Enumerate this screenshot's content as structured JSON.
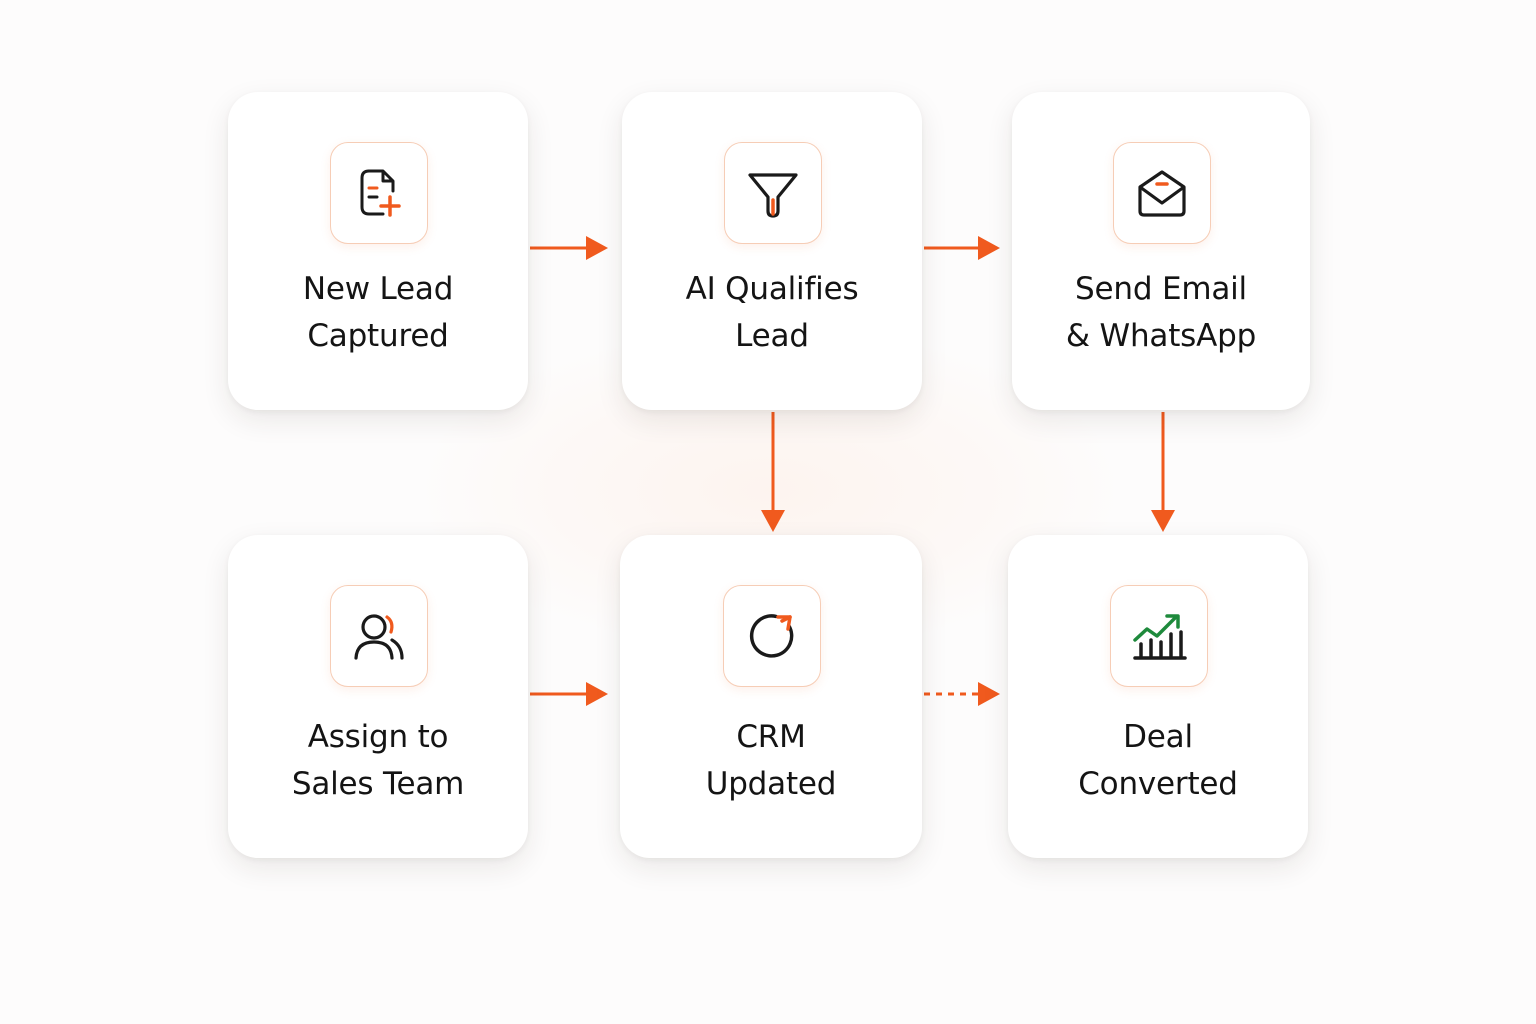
{
  "accent_color": "#f05a1e",
  "growth_color": "#1e8a3c",
  "nodes": [
    {
      "id": "new-lead",
      "icon": "document-plus-icon",
      "lines": [
        "New Lead",
        "Captured"
      ]
    },
    {
      "id": "ai-qualifies",
      "icon": "funnel-icon",
      "lines": [
        "AI Qualifies",
        "Lead"
      ]
    },
    {
      "id": "send-email",
      "icon": "envelope-icon",
      "lines": [
        "Send Email",
        "& WhatsApp"
      ]
    },
    {
      "id": "assign-sales",
      "icon": "users-icon",
      "lines": [
        "Assign to",
        "Sales Team"
      ]
    },
    {
      "id": "crm-updated",
      "icon": "refresh-icon",
      "lines": [
        "CRM",
        "Updated"
      ]
    },
    {
      "id": "deal-converted",
      "icon": "growth-chart-icon",
      "lines": [
        "Deal",
        "Converted"
      ]
    }
  ],
  "edges": [
    {
      "from": "new-lead",
      "to": "ai-qualifies",
      "style": "solid"
    },
    {
      "from": "ai-qualifies",
      "to": "send-email",
      "style": "solid"
    },
    {
      "from": "ai-qualifies",
      "to": "crm-updated",
      "style": "solid"
    },
    {
      "from": "send-email",
      "to": "deal-converted",
      "style": "solid"
    },
    {
      "from": "assign-sales",
      "to": "crm-updated",
      "style": "solid"
    },
    {
      "from": "crm-updated",
      "to": "deal-converted",
      "style": "dashed"
    }
  ]
}
